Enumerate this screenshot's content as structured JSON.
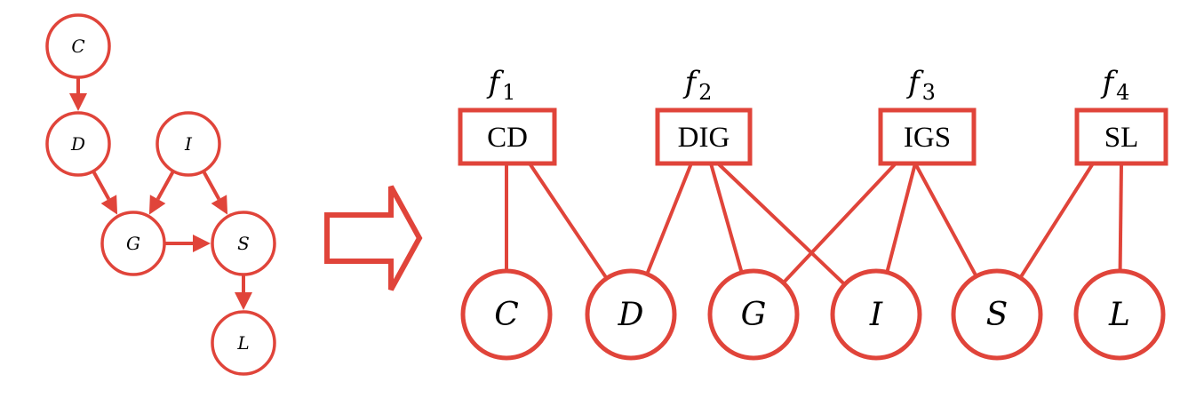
{
  "colors": {
    "accent": "#e0443a",
    "text": "#000000",
    "background": "#ffffff"
  },
  "bayes_net": {
    "nodes": [
      {
        "id": "C",
        "label": "C"
      },
      {
        "id": "D",
        "label": "D"
      },
      {
        "id": "I",
        "label": "I"
      },
      {
        "id": "G",
        "label": "G"
      },
      {
        "id": "S",
        "label": "S"
      },
      {
        "id": "L",
        "label": "L"
      }
    ],
    "edges": [
      {
        "from": "C",
        "to": "D"
      },
      {
        "from": "D",
        "to": "G"
      },
      {
        "from": "I",
        "to": "G"
      },
      {
        "from": "I",
        "to": "S"
      },
      {
        "from": "G",
        "to": "S"
      },
      {
        "from": "S",
        "to": "L"
      }
    ]
  },
  "arrow": {
    "icon": "hollow-right-arrow-icon"
  },
  "factor_graph": {
    "factors": [
      {
        "id": "f1",
        "name": "f",
        "sub": "1",
        "label": "CD",
        "vars": [
          "C",
          "D"
        ]
      },
      {
        "id": "f2",
        "name": "f",
        "sub": "2",
        "label": "DIG",
        "vars": [
          "D",
          "I",
          "G"
        ]
      },
      {
        "id": "f3",
        "name": "f",
        "sub": "3",
        "label": "IGS",
        "vars": [
          "I",
          "G",
          "S"
        ]
      },
      {
        "id": "f4",
        "name": "f",
        "sub": "4",
        "label": "SL",
        "vars": [
          "S",
          "L"
        ]
      }
    ],
    "variables": [
      {
        "id": "C",
        "label": "C"
      },
      {
        "id": "D",
        "label": "D"
      },
      {
        "id": "G",
        "label": "G"
      },
      {
        "id": "I",
        "label": "I"
      },
      {
        "id": "S",
        "label": "S"
      },
      {
        "id": "L",
        "label": "L"
      }
    ]
  }
}
